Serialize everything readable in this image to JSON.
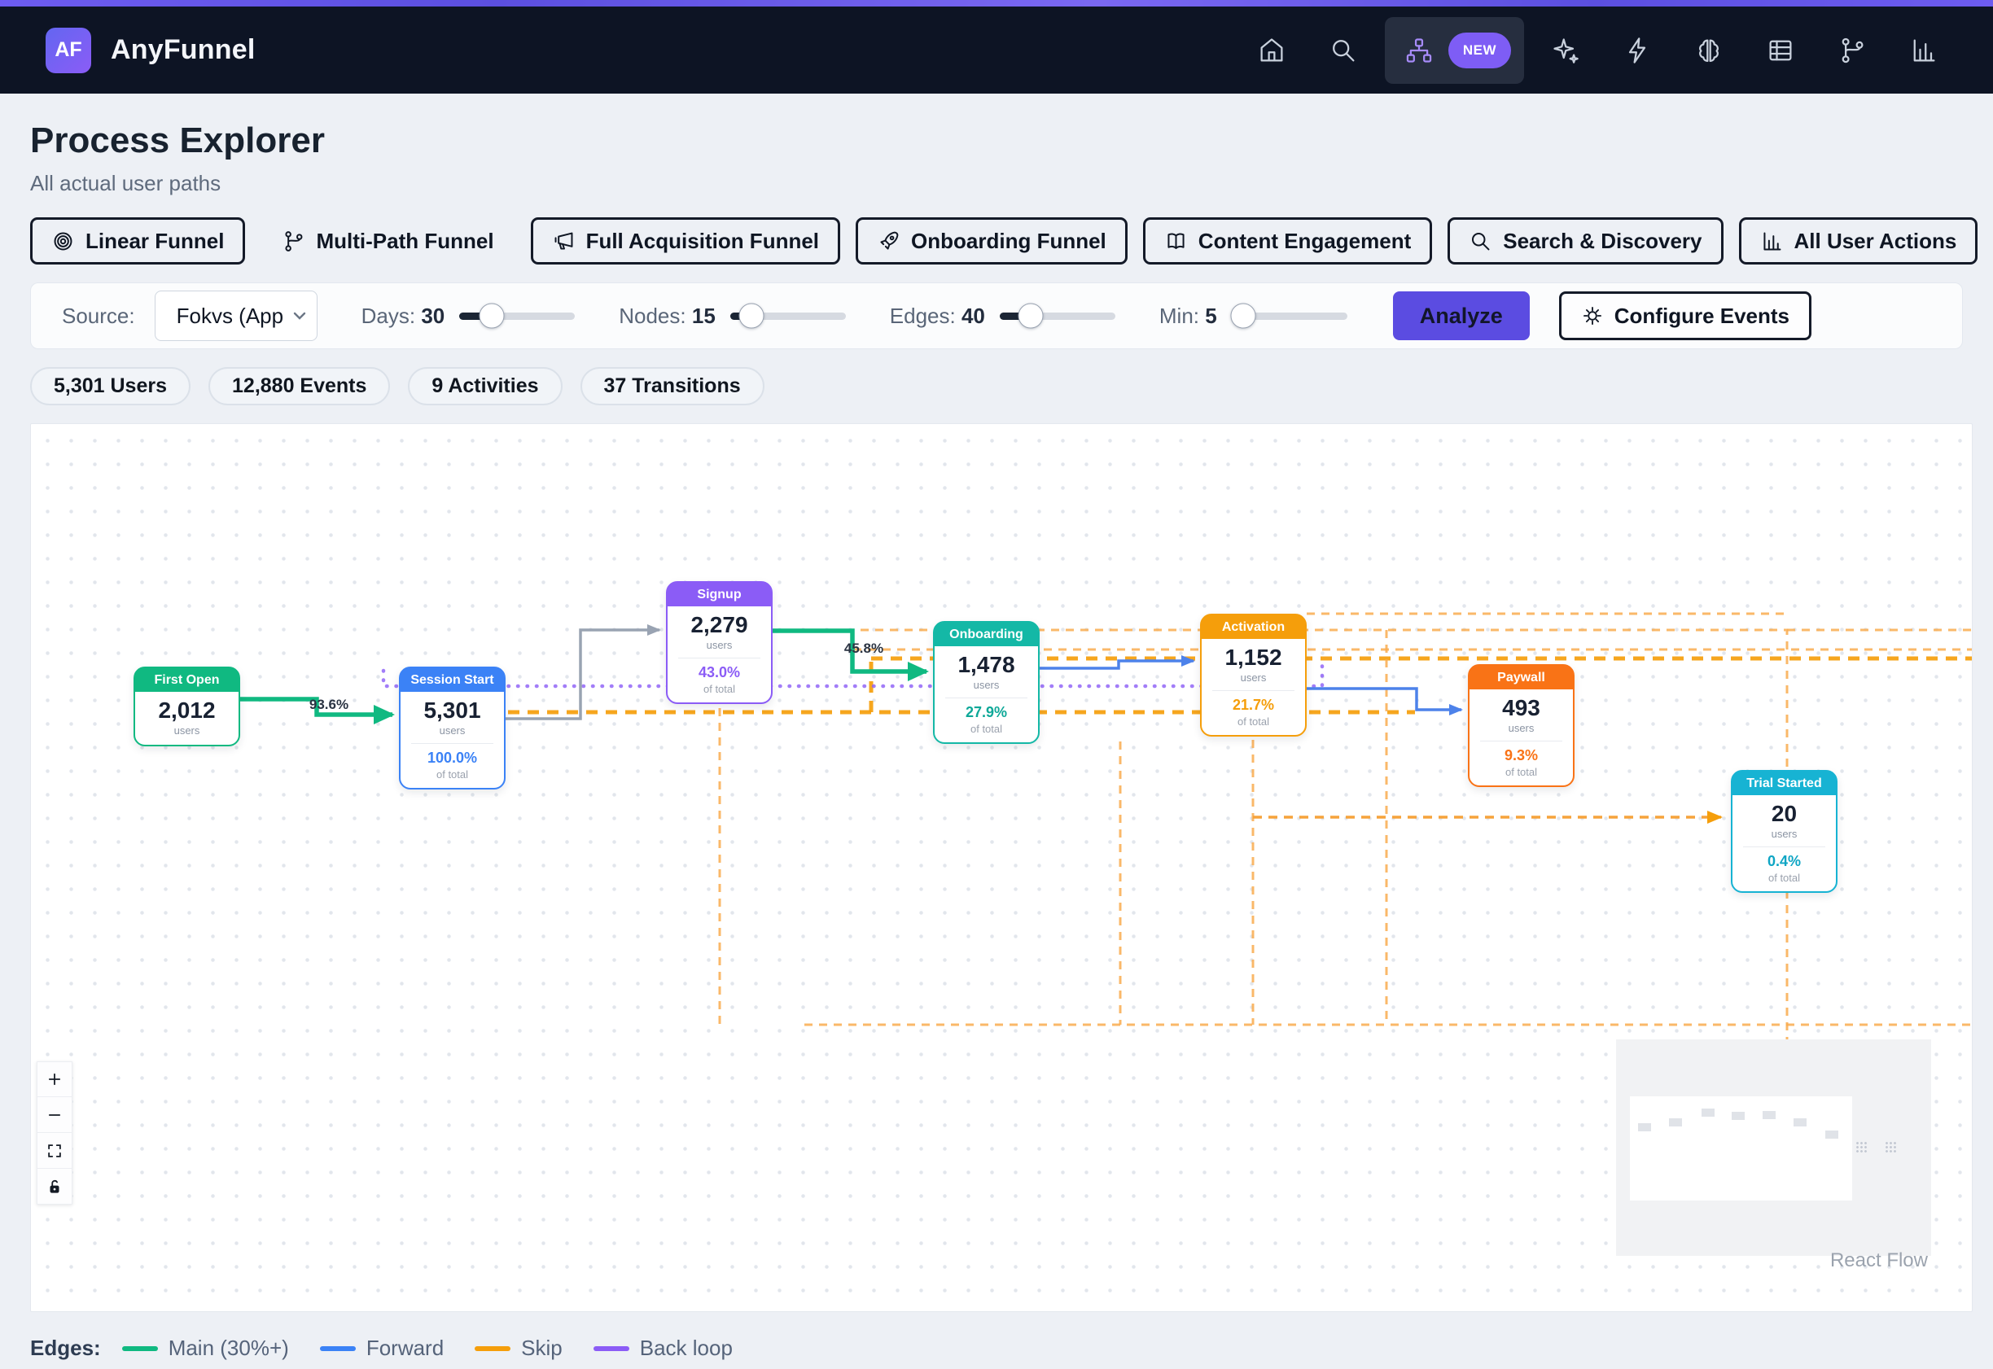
{
  "nav": {
    "logo": "AF",
    "title": "AnyFunnel",
    "new_badge": "NEW",
    "icons": [
      "home",
      "search",
      "sitemap",
      "sparkles",
      "zap",
      "brain",
      "table",
      "git-branch",
      "bar-chart"
    ],
    "active_icon": "sitemap"
  },
  "header": {
    "title": "Process Explorer",
    "subtitle": "All actual user paths"
  },
  "tabs": [
    {
      "label": "Linear Funnel",
      "icon": "target",
      "active": false
    },
    {
      "label": "Multi-Path Funnel",
      "icon": "git-branch",
      "active": true
    },
    {
      "label": "Full Acquisition Funnel",
      "icon": "megaphone",
      "active": false
    },
    {
      "label": "Onboarding Funnel",
      "icon": "rocket",
      "active": false
    },
    {
      "label": "Content Engagement",
      "icon": "book-open",
      "active": false
    },
    {
      "label": "Search & Discovery",
      "icon": "search",
      "active": false
    },
    {
      "label": "All User Actions",
      "icon": "bar-chart",
      "active": false
    }
  ],
  "controls": {
    "source_label": "Source:",
    "source_value": "Fokvs (App",
    "sliders": [
      {
        "label": "Days:",
        "value": "30"
      },
      {
        "label": "Nodes:",
        "value": "15"
      },
      {
        "label": "Edges:",
        "value": "40"
      },
      {
        "label": "Min:",
        "value": "5"
      }
    ],
    "analyze_label": "Analyze",
    "configure_label": "Configure Events"
  },
  "stats": [
    "5,301 Users",
    "12,880 Events",
    "9 Activities",
    "37 Transitions"
  ],
  "flow": {
    "nodes": [
      {
        "label": "First Open",
        "value": "2,012",
        "unit": "users",
        "pct": "",
        "of": "",
        "theme": "green",
        "color": "#10b981"
      },
      {
        "label": "Session Start",
        "value": "5,301",
        "unit": "users",
        "pct": "100.0%",
        "of": "of total",
        "theme": "blue",
        "color": "#3b82f6"
      },
      {
        "label": "Signup",
        "value": "2,279",
        "unit": "users",
        "pct": "43.0%",
        "of": "of total",
        "theme": "purple",
        "color": "#8b5cf6"
      },
      {
        "label": "Onboarding",
        "value": "1,478",
        "unit": "users",
        "pct": "27.9%",
        "of": "of total",
        "theme": "teal",
        "color": "#14b8a6"
      },
      {
        "label": "Activation",
        "value": "1,152",
        "unit": "users",
        "pct": "21.7%",
        "of": "of total",
        "theme": "amber",
        "color": "#f59e0b"
      },
      {
        "label": "Paywall",
        "value": "493",
        "unit": "users",
        "pct": "9.3%",
        "of": "of total",
        "theme": "orange",
        "color": "#f97316"
      },
      {
        "label": "Trial Started",
        "value": "20",
        "unit": "users",
        "pct": "0.4%",
        "of": "of total",
        "theme": "cyan",
        "color": "#17b3d3"
      }
    ],
    "edge_labels": [
      {
        "text": "93.6%",
        "from": "First Open",
        "to": "Session Start"
      },
      {
        "text": "45.8%",
        "from": "Signup",
        "to": "Onboarding"
      }
    ],
    "attribution": "React Flow"
  },
  "legend": {
    "label": "Edges:",
    "items": [
      {
        "label": "Main (30%+)",
        "color": "#10b981"
      },
      {
        "label": "Forward",
        "color": "#3b82f6"
      },
      {
        "label": "Skip",
        "color": "#f59e0b"
      },
      {
        "label": "Back loop",
        "color": "#8b5cf6"
      }
    ]
  }
}
